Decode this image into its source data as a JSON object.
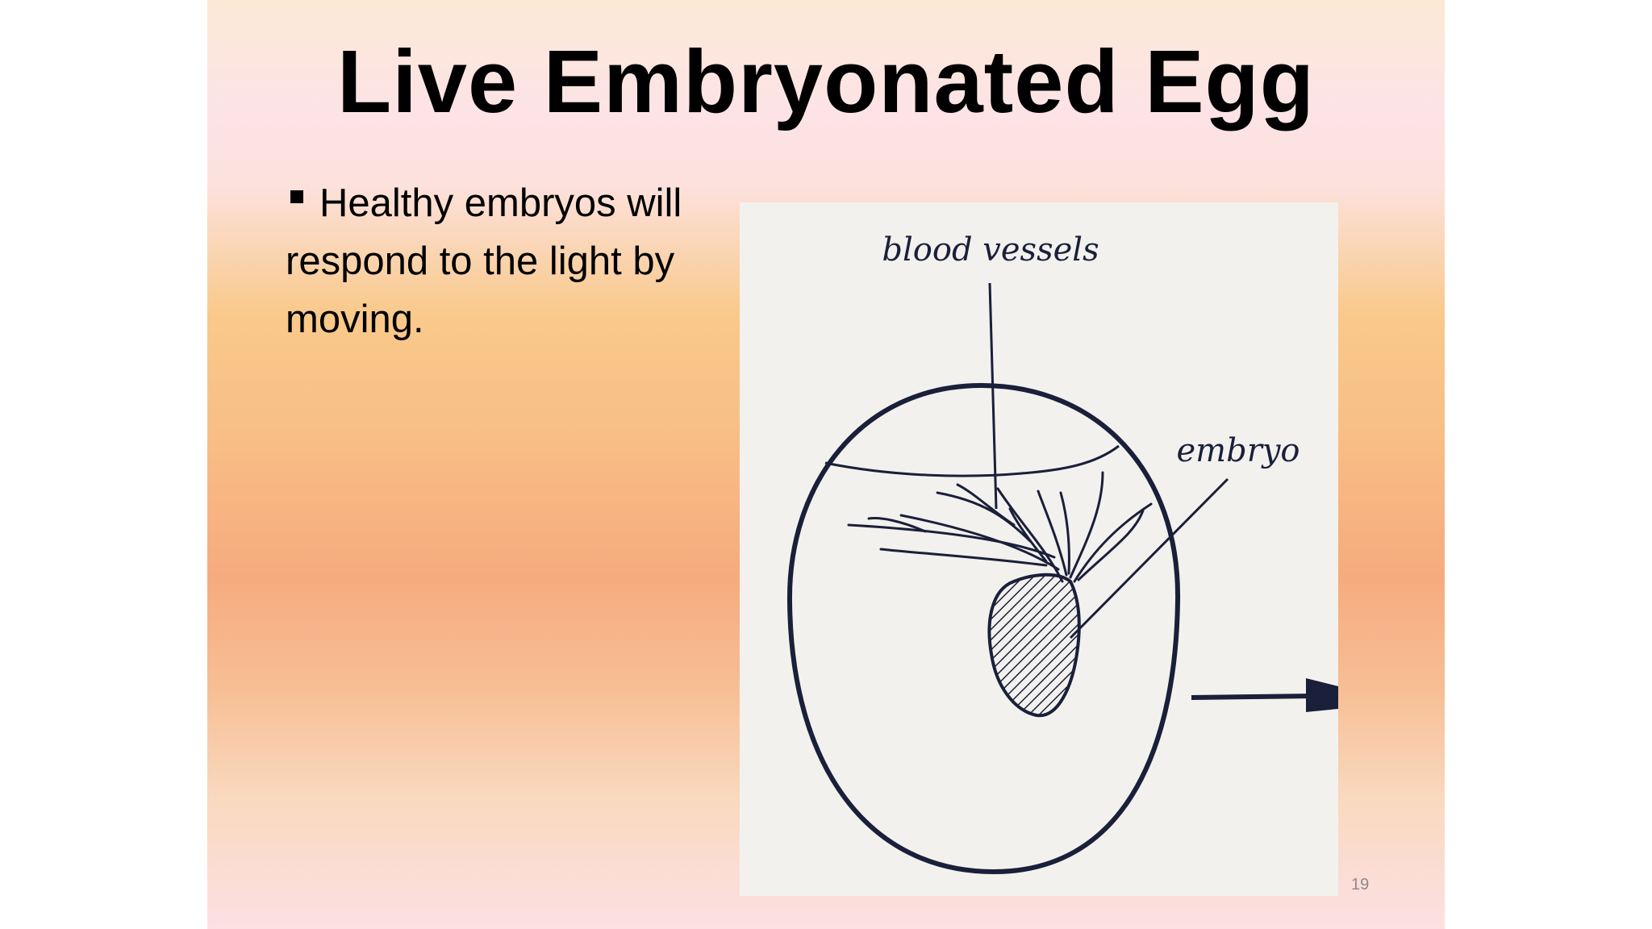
{
  "slide": {
    "title": "Live Embryonated Egg",
    "bullets": [
      "Healthy embryos will respond to the light by moving."
    ],
    "figure": {
      "labels": {
        "blood_vessels": "blood vessels",
        "embryo": "embryo"
      }
    },
    "slide_number": "19"
  },
  "colors": {
    "text": "#000000",
    "figure_background": "#f3f1ee",
    "figure_ink": "#1a1f3a",
    "slide_number": "#8c8c8c"
  }
}
